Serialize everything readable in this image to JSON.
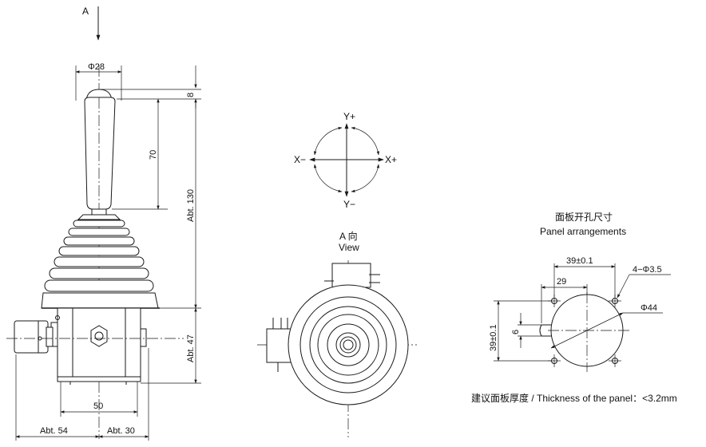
{
  "view_arrow_label": "A",
  "side_view": {
    "dim_handle_dia": "Φ28",
    "dim_cap": "8",
    "dim_handle_len": "70",
    "dim_total_upper": "Abt. 130",
    "dim_body_height": "Abt. 47",
    "dim_body_width": "50",
    "dim_left_ext": "Abt. 54",
    "dim_right_ext": "Abt. 30"
  },
  "axes": {
    "y_plus": "Y+",
    "y_minus": "Y−",
    "x_plus": "X+",
    "x_minus": "X−"
  },
  "view_a": {
    "title_line1": "A 向",
    "title_line2": "View"
  },
  "panel": {
    "title_cn": "面板开孔尺寸",
    "title_en": "Panel arrangements",
    "dim_39_h": "39±0.1",
    "dim_29": "29",
    "dim_holes": "4−Φ3.5",
    "dim_dia44": "Φ44",
    "dim_39_v": "39±0.1",
    "dim_6": "6"
  },
  "thickness_note": "建议面板厚度 / Thickness of the panel：<3.2mm"
}
